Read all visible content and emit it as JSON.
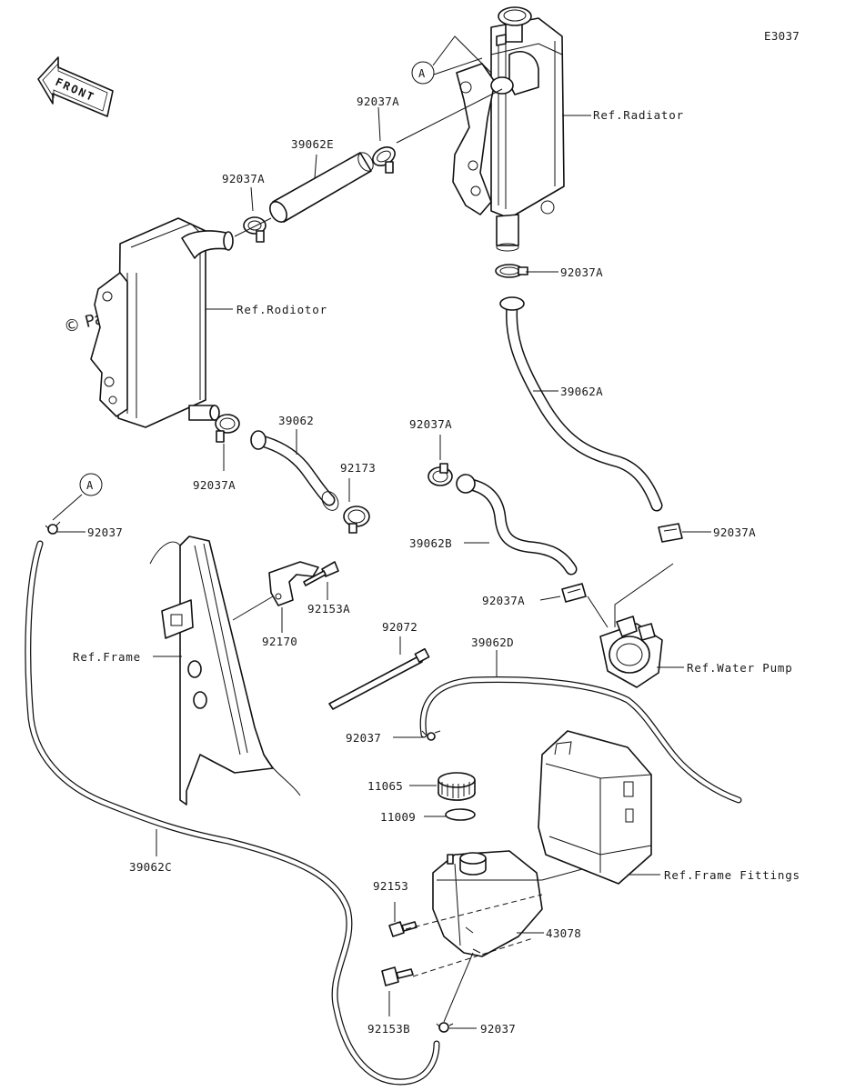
{
  "diagram_code": "E3037",
  "front_label": "FRONT",
  "watermark": "© Partzilla.com",
  "callout_letter": "A",
  "labels": {
    "l_92037a_top": "92037A",
    "l_39062e": "39062E",
    "l_92037a_upper_left": "92037A",
    "l_ref_radiator_right": "Ref.Radiator",
    "l_92037a_right_lower": "92037A",
    "l_ref_radiator_left": "Ref.Rodiotor",
    "l_39062a": "39062A",
    "l_39062": "39062",
    "l_92037a_left_bottom": "92037A",
    "l_92037a_mid": "92037A",
    "l_92173": "92173",
    "l_92037_hose_end": "92037",
    "l_39062b": "39062B",
    "l_92037a_pump_right": "92037A",
    "l_92037a_pump_left": "92037A",
    "l_92153a": "92153A",
    "l_92170": "92170",
    "l_ref_frame": "Ref.Frame",
    "l_92072": "92072",
    "l_39062d": "39062D",
    "l_ref_water_pump": "Ref.Water Pump",
    "l_92037_cap": "92037",
    "l_11065": "11065",
    "l_11009": "11009",
    "l_39062c": "39062C",
    "l_ref_frame_fittings": "Ref.Frame Fittings",
    "l_92153": "92153",
    "l_43078": "43078",
    "l_92153b": "92153B",
    "l_92037_bottom": "92037"
  }
}
